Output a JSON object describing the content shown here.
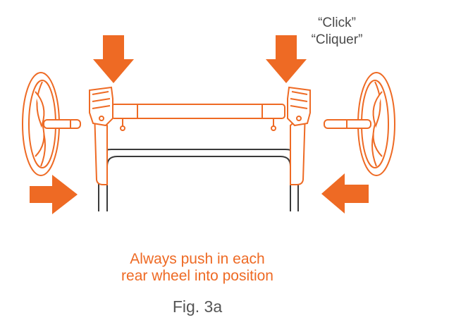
{
  "labels": {
    "click_en": "“Click”",
    "click_fr": "“Cliquer”"
  },
  "instruction": {
    "line1": "Always push in each",
    "line2": "rear wheel into position"
  },
  "caption": "Fig. 3a",
  "colors": {
    "accent": "#EE6A24",
    "line": "#3a3a3a",
    "text_gray": "#4a4a4a"
  }
}
